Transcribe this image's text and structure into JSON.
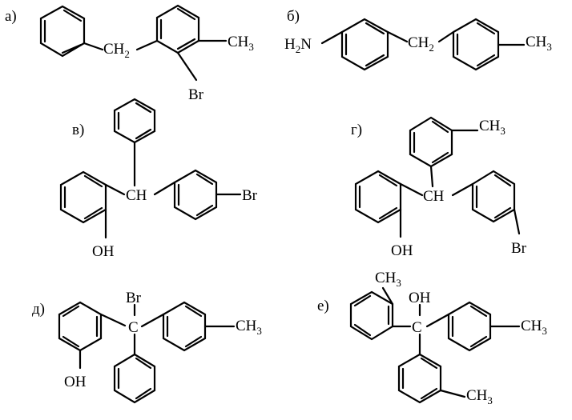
{
  "structures": [
    {
      "id": "a",
      "label": "а)",
      "labels": [
        {
          "id": "ch2",
          "text": "CH",
          "sub": "2"
        },
        {
          "id": "ch3",
          "text": "CH",
          "sub": "3"
        },
        {
          "id": "br",
          "text": "Br"
        }
      ]
    },
    {
      "id": "b",
      "label": "б)",
      "labels": [
        {
          "id": "h2n",
          "text": "H",
          "sub": "2",
          "tail": "N"
        },
        {
          "id": "ch2",
          "text": "CH",
          "sub": "2"
        },
        {
          "id": "ch3",
          "text": "CH",
          "sub": "3"
        }
      ]
    },
    {
      "id": "v",
      "label": "в)",
      "labels": [
        {
          "id": "ch",
          "text": "CH"
        },
        {
          "id": "br",
          "text": "Br"
        },
        {
          "id": "oh",
          "text": "OH"
        }
      ]
    },
    {
      "id": "g",
      "label": "г)",
      "labels": [
        {
          "id": "ch3",
          "text": "CH",
          "sub": "3"
        },
        {
          "id": "ch",
          "text": "CH"
        },
        {
          "id": "oh",
          "text": "OH"
        },
        {
          "id": "br",
          "text": "Br"
        }
      ]
    },
    {
      "id": "d",
      "label": "д)",
      "labels": [
        {
          "id": "br",
          "text": "Br"
        },
        {
          "id": "c",
          "text": "C"
        },
        {
          "id": "ch3",
          "text": "CH",
          "sub": "3"
        },
        {
          "id": "oh",
          "text": "OH"
        }
      ]
    },
    {
      "id": "e",
      "label": "е)",
      "labels": [
        {
          "id": "ch3_top",
          "text": "CH",
          "sub": "3"
        },
        {
          "id": "oh",
          "text": "OH"
        },
        {
          "id": "c",
          "text": "C"
        },
        {
          "id": "ch3_right",
          "text": "CH",
          "sub": "3"
        },
        {
          "id": "ch3_bottom",
          "text": "CH",
          "sub": "3"
        }
      ]
    }
  ]
}
